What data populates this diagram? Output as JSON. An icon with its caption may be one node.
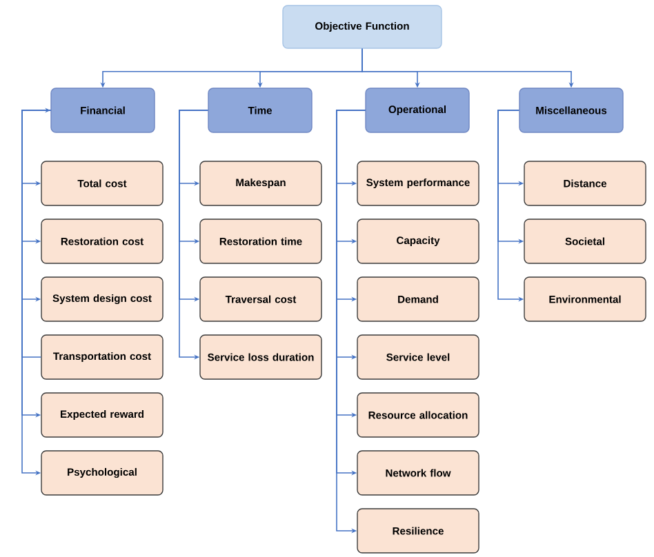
{
  "diagram": {
    "nodes": [
      {
        "text": [
          "Objective Function"
        ]
      },
      {
        "text": [
          "Financial"
        ]
      },
      {
        "text": [
          "Time"
        ]
      },
      {
        "text": [
          "Operational"
        ]
      },
      {
        "text": [
          "Miscellaneous"
        ]
      },
      {
        "text": [
          "Total cost"
        ]
      },
      {
        "text": [
          "Restoration cost"
        ]
      },
      {
        "text": [
          "System design cost"
        ]
      },
      {
        "text": [
          "Transportation cost"
        ]
      },
      {
        "text": [
          "Expected reward"
        ]
      },
      {
        "text": [
          "Psychological"
        ]
      },
      {
        "text": [
          "Makespan"
        ]
      },
      {
        "text": [
          "Restoration time"
        ]
      },
      {
        "text": [
          "Traversal cost"
        ]
      },
      {
        "text": [
          "Service loss duration"
        ]
      },
      {
        "text": [
          "System performance"
        ]
      },
      {
        "text": [
          "Capacity"
        ]
      },
      {
        "text": [
          "Demand"
        ]
      },
      {
        "text": [
          "Service level"
        ]
      },
      {
        "text": [
          "Resource allocation"
        ]
      },
      {
        "text": [
          "Network flow"
        ]
      },
      {
        "text": [
          "Resilience"
        ]
      },
      {
        "text": [
          "Distance"
        ]
      },
      {
        "text": [
          "Societal"
        ]
      },
      {
        "text": [
          "Environmental"
        ]
      }
    ],
    "edges": [
      {
        "from": 0,
        "to": 1,
        "arrow": "to"
      },
      {
        "from": 0,
        "to": 2,
        "arrow": "to"
      },
      {
        "from": 0,
        "to": 3,
        "arrow": "to"
      },
      {
        "from": 0,
        "to": 4,
        "arrow": "to"
      },
      {
        "from": 1,
        "to": 5,
        "arrow": "both"
      },
      {
        "from": 1,
        "to": 6,
        "arrow": "to"
      },
      {
        "from": 1,
        "to": 7,
        "arrow": "to"
      },
      {
        "from": 1,
        "to": 8,
        "arrow": "none"
      },
      {
        "from": 1,
        "to": 9,
        "arrow": "to"
      },
      {
        "from": 1,
        "to": 10,
        "arrow": "to"
      },
      {
        "from": 2,
        "to": 11,
        "arrow": "to"
      },
      {
        "from": 2,
        "to": 12,
        "arrow": "to"
      },
      {
        "from": 2,
        "to": 13,
        "arrow": "to"
      },
      {
        "from": 2,
        "to": 14,
        "arrow": "to"
      },
      {
        "from": 3,
        "to": 15,
        "arrow": "to"
      },
      {
        "from": 3,
        "to": 16,
        "arrow": "to"
      },
      {
        "from": 3,
        "to": 17,
        "arrow": "to"
      },
      {
        "from": 3,
        "to": 18,
        "arrow": "to"
      },
      {
        "from": 3,
        "to": 19,
        "arrow": "to"
      },
      {
        "from": 3,
        "to": 20,
        "arrow": "to"
      },
      {
        "from": 3,
        "to": 21,
        "arrow": "to"
      },
      {
        "from": 4,
        "to": 22,
        "arrow": "to"
      },
      {
        "from": 4,
        "to": 23,
        "arrow": "to"
      },
      {
        "from": 4,
        "to": 24,
        "arrow": "to"
      }
    ]
  }
}
